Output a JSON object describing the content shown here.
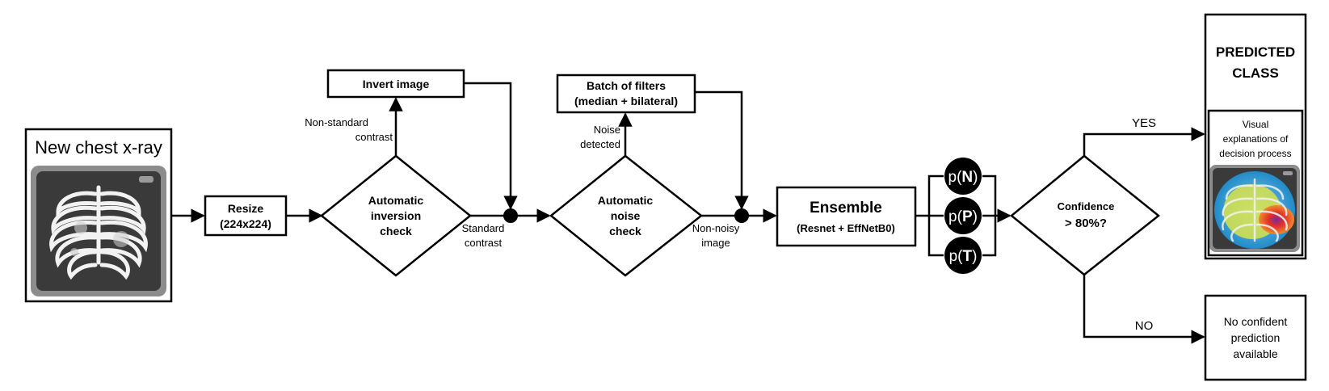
{
  "input": {
    "title": "New chest x-ray"
  },
  "resize": {
    "line1": "Resize",
    "line2": "(224x224)"
  },
  "inversion_check": {
    "line1": "Automatic",
    "line2": "inversion",
    "line3": "check"
  },
  "invert": {
    "label": "Invert image"
  },
  "inversion_branches": {
    "nonstandard_1": "Non-standard",
    "nonstandard_2": "contrast",
    "standard_1": "Standard",
    "standard_2": "contrast"
  },
  "filters": {
    "line1": "Batch of filters",
    "line2": "(median + bilateral)"
  },
  "noise_check": {
    "line1": "Automatic",
    "line2": "noise",
    "line3": "check"
  },
  "noise_branches": {
    "detected_1": "Noise",
    "detected_2": "detected",
    "nonnoisy_1": "Non-noisy",
    "nonnoisy_2": "image"
  },
  "ensemble": {
    "title": "Ensemble",
    "subtitle": "(Resnet + EffNetB0)"
  },
  "probabilities": [
    {
      "prefix": "p(",
      "cls": "N",
      "suffix": ")"
    },
    {
      "prefix": "p(",
      "cls": "P",
      "suffix": ")"
    },
    {
      "prefix": "p(",
      "cls": "T",
      "suffix": ")"
    }
  ],
  "confidence": {
    "line1": "Confidence",
    "line2": "> 80%?"
  },
  "branches": {
    "yes": "YES",
    "no": "NO"
  },
  "predicted": {
    "line1": "PREDICTED",
    "line2": "CLASS",
    "explain_1": "Visual",
    "explain_2": "explanations of",
    "explain_3": "decision process"
  },
  "no_prediction": {
    "line1": "No confident",
    "line2": "prediction",
    "line3": "available"
  },
  "colors": {
    "line": "#000000",
    "xray_frame": "#8c8c8c",
    "xray_screen": "#3a3a3a",
    "heat_blue": "#2aa7e0",
    "heat_yellow": "#d8e34a",
    "heat_red": "#e0402a"
  }
}
